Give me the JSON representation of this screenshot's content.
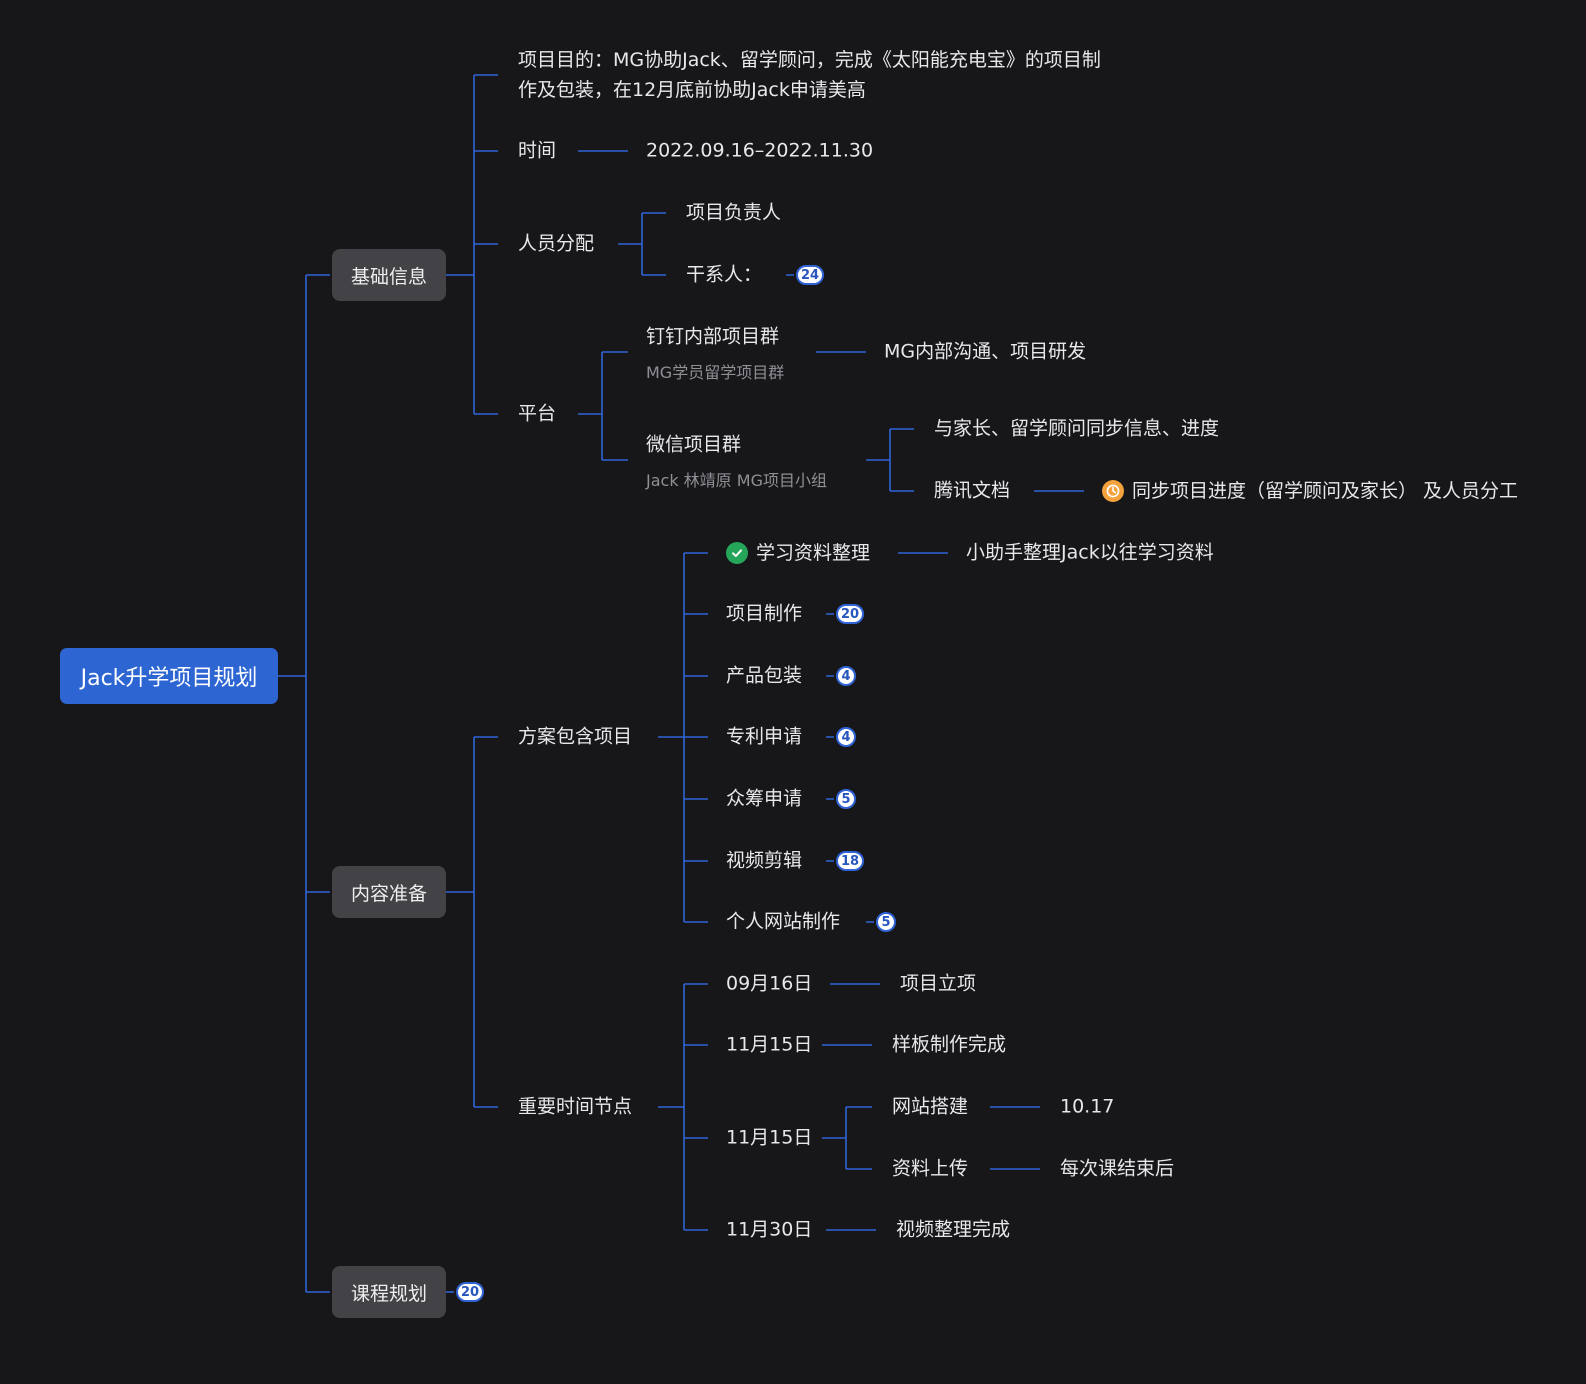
{
  "root": {
    "label": "Jack升学项目规划"
  },
  "categories": {
    "basic_info": {
      "label": "基础信息"
    },
    "content_prep": {
      "label": "内容准备"
    },
    "course_plan": {
      "label": "课程规划",
      "badge": "20"
    }
  },
  "basic_info": {
    "purpose": "项目目的：MG协助Jack、留学顾问，完成《太阳能充电宝》的项目制作及包装，在12月底前协助Jack申请美高",
    "time": {
      "label": "时间",
      "value": "2022.09.16–2022.11.30"
    },
    "staff": {
      "label": "人员分配",
      "lead": "项目负责人",
      "stakeholder": "干系人：",
      "stakeholder_badge": "24"
    },
    "platform": {
      "label": "平台",
      "dingtalk": {
        "label": "钉钉内部项目群",
        "note": "MG学员留学项目群",
        "purpose": "MG内部沟通、项目研发"
      },
      "wechat": {
        "label": "微信项目群",
        "note": "Jack 林靖原 MG项目小组",
        "sync": "与家长、留学顾问同步信息、进度",
        "tencent_doc": "腾讯文档",
        "tencent_doc_note": "同步项目进度（留学顾问及家长） 及人员分工",
        "tencent_doc_icon": "clock-icon"
      }
    }
  },
  "content_prep": {
    "plan": {
      "label": "方案包含项目",
      "items": [
        {
          "label": "学习资料整理",
          "icon": "check-circle-icon",
          "detail": "小助手整理Jack以往学习资料"
        },
        {
          "label": "项目制作",
          "badge": "20"
        },
        {
          "label": "产品包装",
          "badge": "4"
        },
        {
          "label": "专利申请",
          "badge": "4"
        },
        {
          "label": "众筹申请",
          "badge": "5"
        },
        {
          "label": "视频剪辑",
          "badge": "18"
        },
        {
          "label": "个人网站制作",
          "badge": "5"
        }
      ]
    },
    "milestones": {
      "label": "重要时间节点",
      "items": [
        {
          "date": "09月16日",
          "event": "项目立项"
        },
        {
          "date": "11月15日",
          "event": "样板制作完成"
        },
        {
          "date": "11月15日",
          "subs": [
            {
              "label": "网站搭建",
              "value": "10.17"
            },
            {
              "label": "资料上传",
              "value": "每次课结束后"
            }
          ]
        },
        {
          "date": "11月30日",
          "event": "视频整理完成"
        }
      ]
    }
  },
  "colors": {
    "background": "#17171a",
    "connector": "#2f63d6",
    "root": "#2d66d3",
    "category": "#434347",
    "done": "#25a55a",
    "clock": "#f3a23c"
  }
}
